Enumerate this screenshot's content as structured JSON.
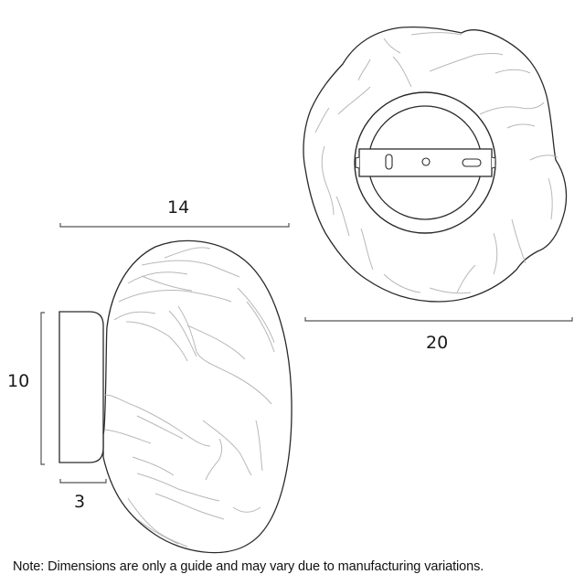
{
  "diagram": {
    "title": "Wall light dimension drawing",
    "views": [
      {
        "name": "side-view",
        "description": "Side profile of wall sconce with backplate and organic stone-like shade"
      },
      {
        "name": "front-view",
        "description": "Front view showing round backplate with mounting bracket over irregular shade"
      }
    ],
    "dimensions": {
      "width_side": "14",
      "height_backplate": "10",
      "depth_backplate": "3",
      "width_front": "20"
    },
    "colors": {
      "outline": "#2a2a2a",
      "texture": "#b8b8b8",
      "dimension_line": "#555555",
      "background": "#ffffff"
    }
  },
  "footer": {
    "note": "Note: Dimensions are only a guide and may vary due to manufacturing variations."
  }
}
